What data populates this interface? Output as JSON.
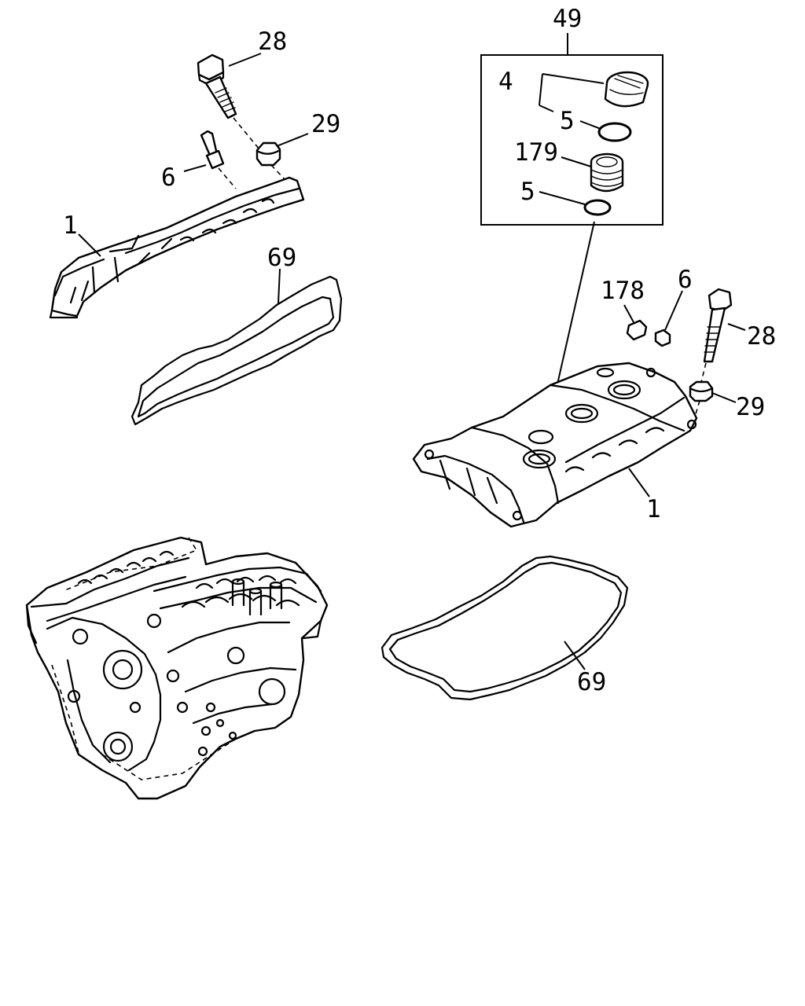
{
  "callouts": {
    "left_bolt": "28",
    "left_grommet": "29",
    "left_stud": "6",
    "left_cover": "1",
    "left_gasket": "69",
    "cap_assembly": "49",
    "cap": "4",
    "cap_oring": "5",
    "filler_neck": "179",
    "neck_oring": "5",
    "right_plug": "178",
    "right_stud": "6",
    "right_bolt": "28",
    "right_grommet": "29",
    "right_cover": "1",
    "right_gasket": "69"
  }
}
